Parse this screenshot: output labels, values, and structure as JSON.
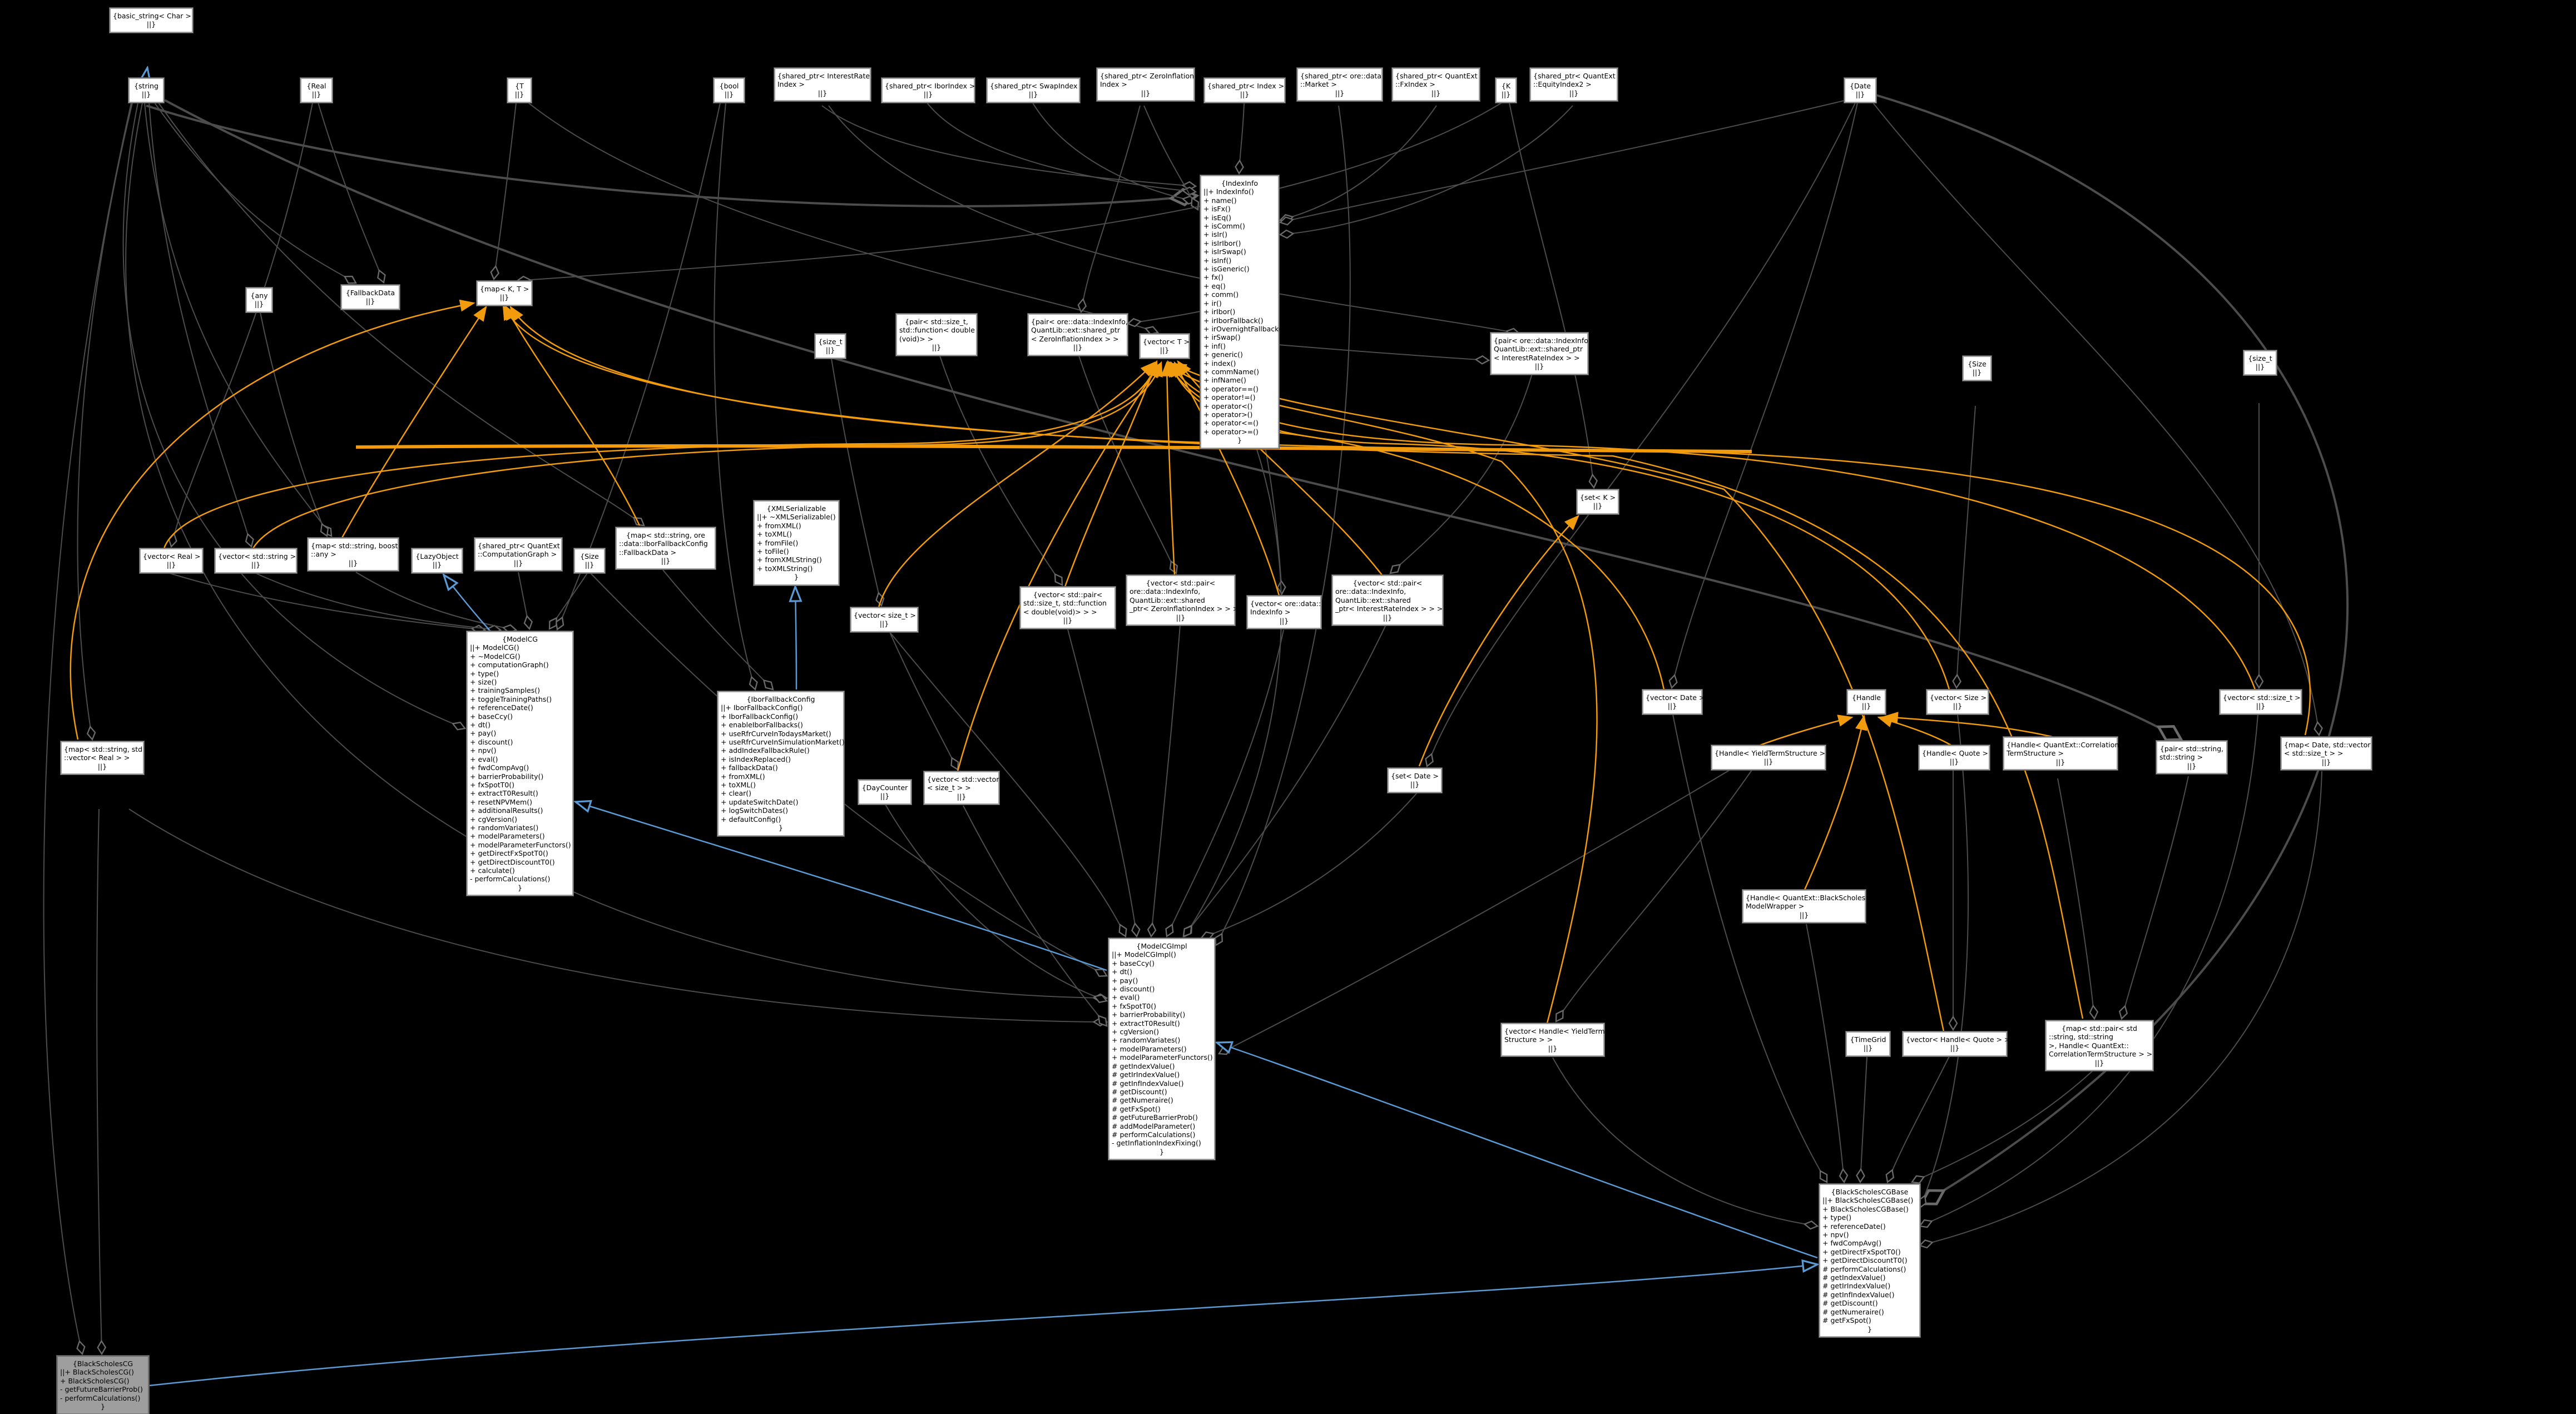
{
  "diagram": {
    "type": "doxygen-collaboration-graph",
    "current_class": "BlackScholesCG",
    "colors": {
      "background": "#000000",
      "node_fill": "#ffffff",
      "node_border": "#9c9c9c",
      "current_node_fill": "#9e9e9e",
      "edge_usage": "#4c4c4c",
      "edge_template": "#f29b0c",
      "edge_inheritance": "#5b9bd5"
    }
  },
  "nodes": {
    "basic_string_char": {
      "lines": [
        "{basic_string< Char >",
        "||}"
      ]
    },
    "string": {
      "lines": [
        "{string",
        "||}"
      ]
    },
    "real": {
      "lines": [
        "{Real",
        "||}"
      ]
    },
    "t": {
      "lines": [
        "{T",
        "||}"
      ]
    },
    "bool": {
      "lines": [
        "{bool",
        "||}"
      ]
    },
    "sp_interest_rate_index": {
      "lines": [
        "{shared_ptr< InterestRate",
        "Index >",
        "||}"
      ]
    },
    "sp_ibor_index": {
      "lines": [
        "{shared_ptr< IborIndex >",
        "||}"
      ]
    },
    "sp_swap_index": {
      "lines": [
        "{shared_ptr< SwapIndex >",
        "||}"
      ]
    },
    "sp_zero_inflation_index": {
      "lines": [
        "{shared_ptr< ZeroInflation",
        "Index >",
        "||}"
      ]
    },
    "sp_index": {
      "lines": [
        "{shared_ptr< Index >",
        "||}"
      ]
    },
    "sp_market": {
      "lines": [
        "{shared_ptr< ore::data",
        "::Market >",
        "||}"
      ]
    },
    "sp_fx_index": {
      "lines": [
        "{shared_ptr< QuantExt",
        "::FxIndex >",
        "||}"
      ]
    },
    "k": {
      "lines": [
        "{K",
        "||}"
      ]
    },
    "sp_equity_index2": {
      "lines": [
        "{shared_ptr< QuantExt",
        "::EquityIndex2 >",
        "||}"
      ]
    },
    "date": {
      "lines": [
        "{Date",
        "||}"
      ]
    },
    "index_info": {
      "lines": [
        "{IndexInfo",
        "||+ IndexInfo()",
        "+ name()",
        "+ isFx()",
        "+ isEq()",
        "+ isComm()",
        "+ isIr()",
        "+ isIrIbor()",
        "+ isIrSwap()",
        "+ isInf()",
        "+ isGeneric()",
        "+ fx()",
        "+ eq()",
        "+ comm()",
        "+ ir()",
        "+ irIbor()",
        "+ irIborFallback()",
        "+ irOvernightFallback()",
        "+ irSwap()",
        "+ inf()",
        "+ generic()",
        "+ index()",
        "+ commName()",
        "+ infName()",
        "+ operator==()",
        "+ operator!=()",
        "+ operator<()",
        "+ operator>()",
        "+ operator<=()",
        "+ operator>=()",
        "}"
      ]
    },
    "any": {
      "lines": [
        "{any",
        "||}"
      ]
    },
    "fallback_data": {
      "lines": [
        "{FallbackData",
        "||}"
      ]
    },
    "map_k_t": {
      "lines": [
        "{map< K, T >",
        "||}"
      ]
    },
    "size_t_left": {
      "lines": [
        "{size_t",
        "||}"
      ]
    },
    "pair_sizet_function": {
      "lines": [
        "{pair< std::size_t,",
        "std::function< double",
        "(void)> >",
        "||}"
      ]
    },
    "pair_indexinfo_zeroinflation": {
      "lines": [
        "{pair< ore::data::IndexInfo,",
        "QuantLib::ext::shared_ptr",
        "< ZeroInflationIndex > >",
        "||}"
      ]
    },
    "vector_t": {
      "lines": [
        "{vector< T >",
        "||}"
      ]
    },
    "pair_indexinfo_interestrate": {
      "lines": [
        "{pair< ore::data::IndexInfo,",
        "QuantLib::ext::shared_ptr",
        "< InterestRateIndex > >",
        "||}"
      ]
    },
    "size_r": {
      "lines": [
        "{Size",
        "||}"
      ]
    },
    "sizet_r": {
      "lines": [
        "{size_t",
        "||}"
      ]
    },
    "set_k": {
      "lines": [
        "{set< K >",
        "||}"
      ]
    },
    "vector_real": {
      "lines": [
        "{vector< Real >",
        "||}"
      ]
    },
    "vector_string": {
      "lines": [
        "{vector< std::string >",
        "||}"
      ]
    },
    "map_string_any": {
      "lines": [
        "{map< std::string, boost",
        "::any >",
        "||}"
      ]
    },
    "lazy_object": {
      "lines": [
        "{LazyObject",
        "||}"
      ]
    },
    "sp_computation_graph": {
      "lines": [
        "{shared_ptr< QuantExt",
        "::ComputationGraph >",
        "||}"
      ]
    },
    "size_l": {
      "lines": [
        "{Size",
        "||}"
      ]
    },
    "map_string_fallbackdata": {
      "lines": [
        "{map< std::string, ore",
        "::data::IborFallbackConfig",
        "::FallbackData >",
        "||}"
      ]
    },
    "xml_serializable": {
      "lines": [
        "{XMLSerializable",
        "||+ ~XMLSerializable()",
        "+ fromXML()",
        "+ toXML()",
        "+ fromFile()",
        "+ toFile()",
        "+ fromXMLString()",
        "+ toXMLString()",
        "}"
      ]
    },
    "vector_sizet": {
      "lines": [
        "{vector< size_t >",
        "||}"
      ]
    },
    "vector_pair_sizet_function": {
      "lines": [
        "{vector< std::pair<",
        "std::size_t, std::function",
        "< double(void)> > >",
        "||}"
      ]
    },
    "vector_pair_indexinfo_zeroinflation": {
      "lines": [
        "{vector< std::pair<",
        "ore::data::IndexInfo,",
        "QuantLib::ext::shared",
        "_ptr< ZeroInflationIndex > > >",
        "||}"
      ]
    },
    "vector_ore_indexinfo": {
      "lines": [
        "{vector< ore::data::",
        "IndexInfo >",
        "||}"
      ]
    },
    "vector_pair_indexinfo_interestrate": {
      "lines": [
        "{vector< std::pair<",
        "ore::data::IndexInfo,",
        "QuantLib::ext::shared",
        "_ptr< InterestRateIndex > > >",
        "||}"
      ]
    },
    "vector_date": {
      "lines": [
        "{vector< Date >",
        "||}"
      ]
    },
    "handle": {
      "lines": [
        "{Handle",
        "||}"
      ]
    },
    "vector_size": {
      "lines": [
        "{vector< Size >",
        "||}"
      ]
    },
    "vector_std_sizet": {
      "lines": [
        "{vector< std::size_t >",
        "||}"
      ]
    },
    "set_date": {
      "lines": [
        "{set< Date >",
        "||}"
      ]
    },
    "map_string_vector_real": {
      "lines": [
        "{map< std::string, std",
        "::vector< Real > >",
        "||}"
      ]
    },
    "model_cg": {
      "lines": [
        "{ModelCG",
        "||+ ModelCG()",
        "+ ~ModelCG()",
        "+ computationGraph()",
        "+ type()",
        "+ size()",
        "+ trainingSamples()",
        "+ toggleTrainingPaths()",
        "+ referenceDate()",
        "+ baseCcy()",
        "+ dt()",
        "+ pay()",
        "+ discount()",
        "+ npv()",
        "+ eval()",
        "+ fwdCompAvg()",
        "+ barrierProbability()",
        "+ fxSpotT0()",
        "+ extractT0Result()",
        "+ resetNPVMem()",
        "+ additionalResults()",
        "+ cgVersion()",
        "+ randomVariates()",
        "+ modelParameters()",
        "+ modelParameterFunctors()",
        "+ getDirectFxSpotT0()",
        "+ getDirectDiscountT0()",
        "+ calculate()",
        "- performCalculations()",
        "}"
      ]
    },
    "ibor_fallback_config": {
      "lines": [
        "{IborFallbackConfig",
        "||+ IborFallbackConfig()",
        "+ IborFallbackConfig()",
        "+ enableIborFallbacks()",
        "+ useRfrCurveInTodaysMarket()",
        "+ useRfrCurveInSimulationMarket()",
        "+ addIndexFallbackRule()",
        "+ isIndexReplaced()",
        "+ fallbackData()",
        "+ fromXML()",
        "+ toXML()",
        "+ clear()",
        "+ updateSwitchDate()",
        "+ logSwitchDates()",
        "+ defaultConfig()",
        "}"
      ]
    },
    "day_counter": {
      "lines": [
        "{DayCounter",
        "||}"
      ]
    },
    "vector_vector_sizet": {
      "lines": [
        "{vector< std::vector",
        "< size_t > >",
        "||}"
      ]
    },
    "handle_yts": {
      "lines": [
        "{Handle< YieldTermStructure >",
        "||}"
      ]
    },
    "handle_quote": {
      "lines": [
        "{Handle< Quote >",
        "||}"
      ]
    },
    "handle_corr": {
      "lines": [
        "{Handle< QuantExt::Correlation",
        "TermStructure >",
        "||}"
      ]
    },
    "pair_string_string": {
      "lines": [
        "{pair< std::string,",
        "std::string >",
        "||}"
      ]
    },
    "map_date_vector_sizet": {
      "lines": [
        "{map< Date, std::vector",
        "< std::size_t > >",
        "||}"
      ]
    },
    "handle_bsw": {
      "lines": [
        "{Handle< QuantExt::BlackScholes",
        "ModelWrapper >",
        "||}"
      ]
    },
    "model_cg_impl": {
      "lines": [
        "{ModelCGImpl",
        "||+ ModelCGImpl()",
        "+ baseCcy()",
        "+ dt()",
        "+ pay()",
        "+ discount()",
        "+ eval()",
        "+ fxSpotT0()",
        "+ barrierProbability()",
        "+ extractT0Result()",
        "+ cgVersion()",
        "+ randomVariates()",
        "+ modelParameters()",
        "+ modelParameterFunctors()",
        "# getIndexValue()",
        "# getIrIndexValue()",
        "# getInfIndexValue()",
        "# getDiscount()",
        "# getNumeraire()",
        "# getFxSpot()",
        "# getFutureBarrierProb()",
        "# addModelParameter()",
        "# performCalculations()",
        "- getInflationIndexFixing()",
        "}"
      ]
    },
    "vector_handle_yts": {
      "lines": [
        "{vector< Handle< YieldTerm",
        "Structure > >",
        "||}"
      ]
    },
    "time_grid": {
      "lines": [
        "{TimeGrid",
        "||}"
      ]
    },
    "vector_handle_quote": {
      "lines": [
        "{vector< Handle< Quote > >",
        "||}"
      ]
    },
    "map_pair_corr": {
      "lines": [
        "{map< std::pair< std",
        "::string, std::string",
        " >, Handle< QuantExt::",
        "CorrelationTermStructure > >",
        "||}"
      ]
    },
    "bscg_base": {
      "lines": [
        "{BlackScholesCGBase",
        "||+ BlackScholesCGBase()",
        "+ BlackScholesCGBase()",
        "+ type()",
        "+ referenceDate()",
        "+ npv()",
        "+ fwdCompAvg()",
        "+ getDirectFxSpotT0()",
        "+ getDirectDiscountT0()",
        "# performCalculations()",
        "# getIndexValue()",
        "# getIrIndexValue()",
        "# getInfIndexValue()",
        "# getDiscount()",
        "# getNumeraire()",
        "# getFxSpot()",
        "}"
      ]
    },
    "bscg": {
      "lines": [
        "{BlackScholesCG",
        "||+ BlackScholesCG()",
        "+ BlackScholesCG()",
        "- getFutureBarrierProb()",
        "- performCalculations()",
        "}"
      ]
    }
  }
}
